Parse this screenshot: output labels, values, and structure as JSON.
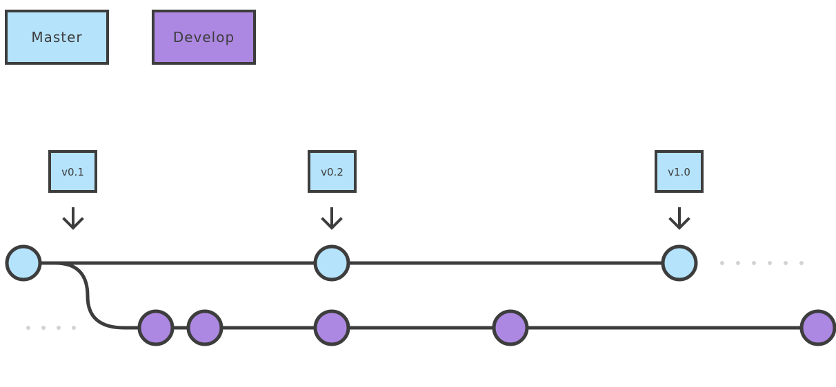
{
  "legend": {
    "master_label": "Master",
    "develop_label": "Develop"
  },
  "colors": {
    "master": "#b5e3fb",
    "develop": "#ad88e2",
    "stroke": "#3d3d3d",
    "dots": "#d3d3d3"
  },
  "master_commits": [
    {
      "tag": ""
    },
    {
      "tag": "v0.2"
    },
    {
      "tag": "v1.0"
    }
  ],
  "tags": [
    "v0.1",
    "v0.2",
    "v1.0"
  ],
  "develop_commit_count": 5
}
